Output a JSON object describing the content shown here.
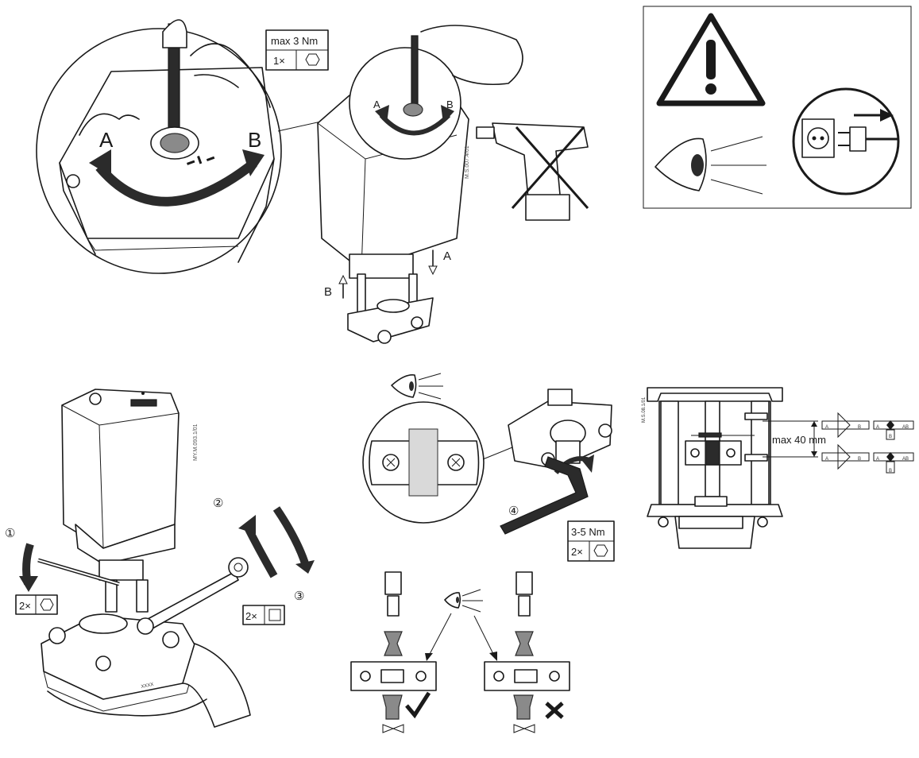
{
  "panel1": {
    "torque_label": "max 3 Nm",
    "count_label": "1×",
    "direction_a": "A",
    "direction_b": "B",
    "drawing_code": "M.S.007.4/01"
  },
  "panel2": {
    "count_label": "2×",
    "torque_label": "3-5 Nm",
    "count_label_2": "2×",
    "step_4": "④",
    "valve_marking": "XXXX"
  },
  "panel3": {
    "step_1": "①",
    "step_2": "②",
    "step_3": "③",
    "count_hex": "2×",
    "count_square": "2×",
    "drawing_code": "MY.M.093.1/01"
  },
  "panel4": {
    "dimension_label": "max 40 mm",
    "port_a": "A",
    "port_b": "B",
    "port_ab": "AB",
    "drawing_code": "M.S.08.1/01"
  },
  "icons": [
    "hex-key-icon",
    "square-key-icon",
    "warning-triangle-icon",
    "eye-icon",
    "power-plug-icon",
    "check-mark-icon",
    "cross-mark-icon",
    "valve-symbol-icon"
  ]
}
